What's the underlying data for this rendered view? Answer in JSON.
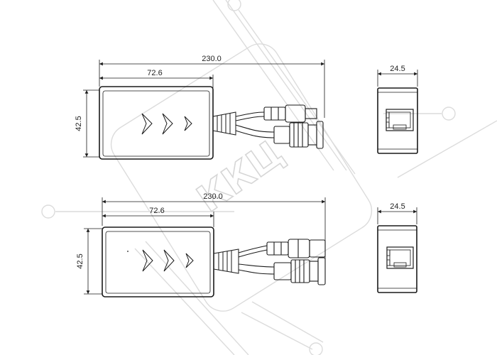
{
  "figure": {
    "views": [
      {
        "id": "top",
        "dims": {
          "length": "230.0",
          "width": "72.6",
          "height": "42.5",
          "side": "24.5"
        },
        "cable_end": "short"
      },
      {
        "id": "bottom",
        "dims": {
          "length": "230.0",
          "width": "72.6",
          "height": "42.5",
          "side": "24.5"
        },
        "cable_end": "long"
      }
    ],
    "watermark": {
      "text": "ККЦ",
      "color": "#d6d6d6"
    },
    "line_color": "#1a1a1a"
  }
}
